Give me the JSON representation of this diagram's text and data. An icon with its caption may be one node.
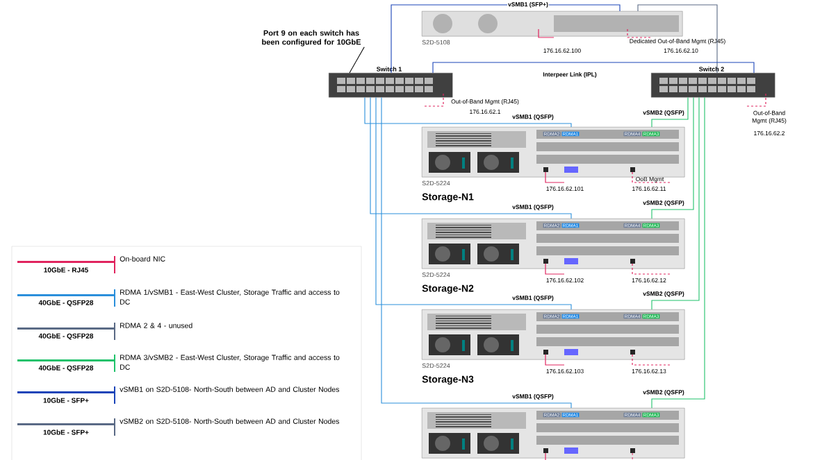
{
  "diagram": {
    "nodes": [
      {
        "text": [
          "S2D-5108"
        ],
        "beside": [
          "176.16.62.100",
          "Dedicated Out-of-Band Mgmt (RJ45)",
          "176.16.62.10"
        ]
      },
      {
        "text": [
          "Port 9 on each switch has been configured for 10GbE"
        ]
      },
      {
        "text": [
          "Switch 1"
        ],
        "beside": [
          "Out-of-Band Mgmt (RJ45)",
          "176.16.62.1"
        ]
      },
      {
        "text": [
          "Switch 2"
        ],
        "beside": [
          "Out-of-Band Mgmt (RJ45)",
          "176.16.62.2"
        ]
      },
      {
        "text": [
          "RDMA2",
          "RDMA1",
          "RDMA4",
          "RDMA3",
          "176.16.62.101",
          "OoB Mgmt",
          "176.16.62.11",
          "S2D-5224",
          "Storage-N1"
        ]
      },
      {
        "text": [
          "RDMA2",
          "RDMA1",
          "RDMA4",
          "RDMA3",
          "176.16.62.102",
          "176.16.62.12",
          "S2D-5224",
          "Storage-N2"
        ]
      },
      {
        "text": [
          "RDMA2",
          "RDMA1",
          "RDMA4",
          "RDMA3",
          "176.16.62.103",
          "176.16.62.13",
          "S2D-5224",
          "Storage-N3"
        ]
      },
      {
        "text": [
          "RDMA2",
          "RDMA1",
          "RDMA4",
          "RDMA3"
        ]
      }
    ],
    "edges": [
      {
        "from": 2,
        "to": 0,
        "arrow": "none",
        "label": "vSMB1 (SFP+)",
        "color": "#1a44b8"
      },
      {
        "from": 3,
        "to": 0,
        "arrow": "none",
        "color": "#5a6a85"
      },
      {
        "from": 2,
        "to": 3,
        "arrow": "none",
        "label": "Interpeer Link (IPL)",
        "color": "#1a44b8"
      },
      {
        "from": 1,
        "to": 2,
        "arrow": "none",
        "color": "#000000"
      },
      {
        "from": 2,
        "to": 4,
        "arrow": "none",
        "label": "vSMB1 (QSFP)"
      },
      {
        "from": 2,
        "to": 5,
        "arrow": "none",
        "label": "vSMB1 (QSFP)"
      },
      {
        "from": 2,
        "to": 6,
        "arrow": "none",
        "label": "vSMB1 (QSFP)"
      },
      {
        "from": 2,
        "to": 7,
        "arrow": "none",
        "label": "vSMB1 (QSFP)"
      },
      {
        "from": 3,
        "to": 4,
        "arrow": "none",
        "label": "vSMB2 (QSFP)",
        "color": "#1fc26b"
      },
      {
        "from": 3,
        "to": 5,
        "arrow": "none",
        "label": "vSMB2 (QSFP)",
        "color": "#1fc26b"
      },
      {
        "from": 3,
        "to": 6,
        "arrow": "none",
        "label": "vSMB2 (QSFP)",
        "color": "#1fc26b"
      },
      {
        "from": 3,
        "to": 7,
        "arrow": "none",
        "label": "vSMB2 (QSFP)",
        "color": "#1fc26b"
      }
    ],
    "labels": [
      "10GbE - RJ45",
      "40GbE - QSFP28",
      "40GbE - QSFP28",
      "40GbE - QSFP28",
      "10GbE - SFP+",
      "10GbE - SFP+"
    ],
    "legend": [
      {
        "text": "On-board NIC",
        "color": "#e0245e"
      },
      {
        "text": "RDMA 1/vSMB1 - East-West Cluster, Storage Traffic and access to DC",
        "color": "#2a8fdb"
      },
      {
        "text": "RDMA 2 & 4 - unused",
        "color": "#5a6a85"
      },
      {
        "text": "RDMA 3/vSMB2 - East-West Cluster, Storage Traffic and access to DC",
        "color": "#1fc26b"
      },
      {
        "text": "vSMB1 on S2D-5108- North-South between AD and Cluster Nodes",
        "color": "#1a44b8"
      },
      {
        "text": "vSMB2 on S2D-5108- North-South between AD and Cluster Nodes",
        "color": "#5a6a85"
      }
    ]
  }
}
